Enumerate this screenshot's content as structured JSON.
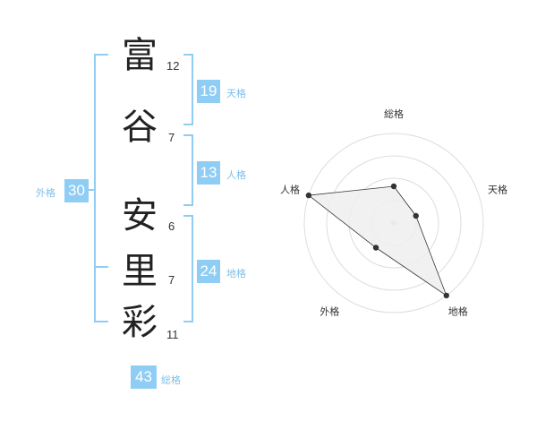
{
  "name_chars": [
    {
      "char": "富",
      "strokes": "12"
    },
    {
      "char": "谷",
      "strokes": "7"
    },
    {
      "char": "安",
      "strokes": "6"
    },
    {
      "char": "里",
      "strokes": "7"
    },
    {
      "char": "彩",
      "strokes": "11"
    }
  ],
  "kakusu": {
    "tenkaku": {
      "value": "19",
      "label": "天格"
    },
    "jinkaku": {
      "value": "13",
      "label": "人格"
    },
    "chikaku": {
      "value": "24",
      "label": "地格"
    },
    "gaikaku": {
      "value": "30",
      "label": "外格"
    },
    "soukaku": {
      "value": "43",
      "label": "総格"
    }
  },
  "colors": {
    "accent": "#8fcdf5",
    "ring": "#dddddd",
    "fill": "#eeeeee",
    "dot": "#333333"
  },
  "chart_data": {
    "type": "radar",
    "axes": [
      "総格",
      "天格",
      "地格",
      "外格",
      "人格"
    ],
    "values": [
      2.05,
      1.3,
      5.0,
      1.7,
      5.0
    ],
    "max": 5,
    "rings": 4
  }
}
